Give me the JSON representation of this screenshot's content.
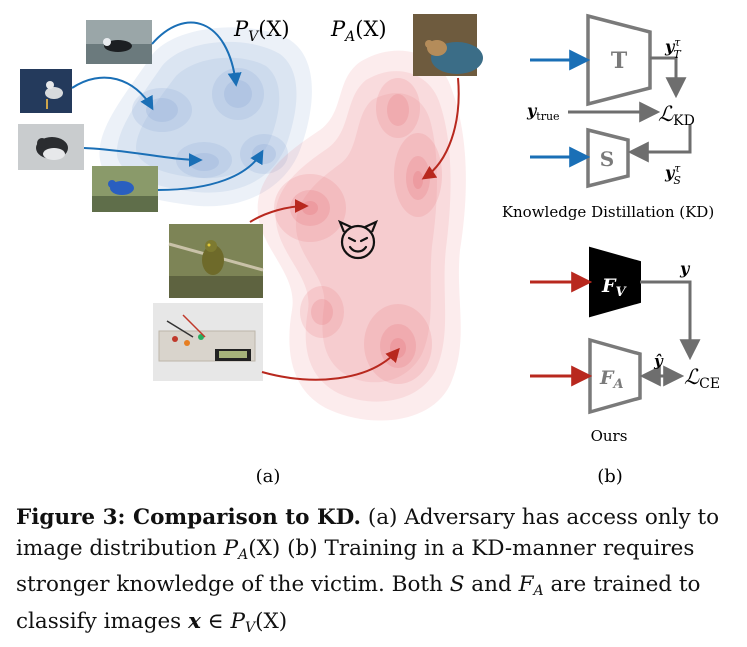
{
  "figure": {
    "panel_a": {
      "label_pv": "P",
      "label_pv_sub": "V",
      "label_pv_arg": "(X)",
      "label_pa": "P",
      "label_pa_sub": "A",
      "label_pa_arg": "(X)",
      "sublabel": "(a)"
    },
    "panel_b": {
      "teacher": "T",
      "student": "S",
      "y_true": "y",
      "y_true_sub": "true",
      "y_t": "y",
      "y_t_sub": "T",
      "y_t_sup": "τ",
      "y_s": "y",
      "y_s_sub": "S",
      "y_s_sup": "τ",
      "loss_kd": "ℒ",
      "loss_kd_sub": "KD",
      "kd_caption": "Knowledge Distillation (KD)",
      "fv": "F",
      "fv_sub": "V",
      "fa": "F",
      "fa_sub": "A",
      "y": "y",
      "y_hat": "ŷ",
      "loss_ce": "ℒ",
      "loss_ce_sub": "CE",
      "ours_caption": "Ours",
      "sublabel": "(b)"
    }
  },
  "caption": {
    "lead": "Figure 3: Comparison to KD.",
    "line1_rest": " (a) Adversary has access only to",
    "line2_a": "image distribution ",
    "line2_pa": "P",
    "line2_pa_sub": "A",
    "line2_pa_arg": "(X)",
    "line2_b": " (b) Training in a KD-manner requires",
    "line3_a": "stronger knowledge of the victim.  Both ",
    "line3_s": "S",
    "line3_b": " and ",
    "line3_f": "F",
    "line3_f_sub": "A",
    "line3_c": " are trained to",
    "line4_a": "classify images ",
    "line4_x": "x",
    "line4_in": " ∈ ",
    "line4_p": "P",
    "line4_p_sub": "V",
    "line4_arg": "(X)"
  },
  "colors": {
    "blue_arrow": "#1a6fb6",
    "red_arrow": "#b8281e",
    "blue_blob": "#7f9fd0",
    "red_blob": "#e46b72",
    "gray_arrow": "#7a7a7a"
  }
}
